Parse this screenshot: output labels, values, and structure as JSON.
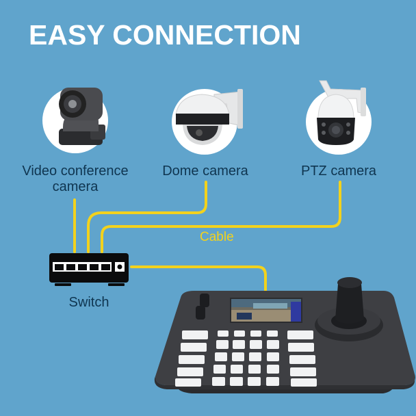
{
  "header": {
    "title": "EASY CONNECTION"
  },
  "devices": [
    {
      "id": "video-conference-camera",
      "label_line1": "Video conference",
      "label_line2": "camera"
    },
    {
      "id": "dome-camera",
      "label": "Dome camera"
    },
    {
      "id": "ptz-camera",
      "label": "PTZ camera"
    }
  ],
  "cable": {
    "label": "Cable"
  },
  "switch": {
    "label": "Switch",
    "ports": 5
  },
  "controller": {
    "name": "PTZ keyboard controller",
    "has_screen": true,
    "has_joystick": true
  },
  "colors": {
    "background": "#60a4cc",
    "title": "#ffffff",
    "label": "#0f3550",
    "cable": "#f3d21c",
    "controller_body": "#3e3f43",
    "key": "#f1f2f3"
  }
}
